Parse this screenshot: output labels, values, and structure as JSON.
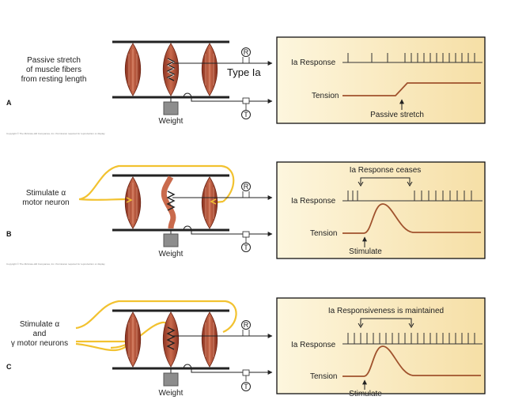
{
  "panels": [
    {
      "letter": "A",
      "left_lines": [
        "Passive stretch",
        "of muscle fibers",
        "from resting length"
      ],
      "fiber_label": "Type Ia",
      "weight_label": "Weight",
      "receptor_R": "R",
      "receptor_T": "T",
      "response_label": "Ia Response",
      "tension_label": "Tension",
      "event_label": "Passive stretch",
      "top_note": "",
      "copyright": "Copyright © The McGraw-Hill Companies, Inc. Permission required for reproduction or display."
    },
    {
      "letter": "B",
      "left_lines": [
        "Stimulate α",
        "motor neuron"
      ],
      "weight_label": "Weight",
      "receptor_R": "R",
      "receptor_T": "T",
      "response_label": "Ia Response",
      "tension_label": "Tension",
      "event_label": "Stimulate",
      "top_note": "Ia Response ceases",
      "copyright": "Copyright © The McGraw-Hill Companies, Inc. Permission required for reproduction or display."
    },
    {
      "letter": "C",
      "left_lines": [
        "Stimulate α",
        "and",
        "γ motor neurons"
      ],
      "weight_label": "Weight",
      "receptor_R": "R",
      "receptor_T": "T",
      "response_label": "Ia Response",
      "tension_label": "Tension",
      "event_label": "Stimulate",
      "top_note": "Ia Responsiveness is maintained"
    }
  ],
  "colors": {
    "muscle": "#b5533a",
    "nerve": "#f2c230",
    "trace": "#a0522d",
    "graph_bg_left": "#fdf6de",
    "graph_bg_right": "#f6dfa6"
  }
}
